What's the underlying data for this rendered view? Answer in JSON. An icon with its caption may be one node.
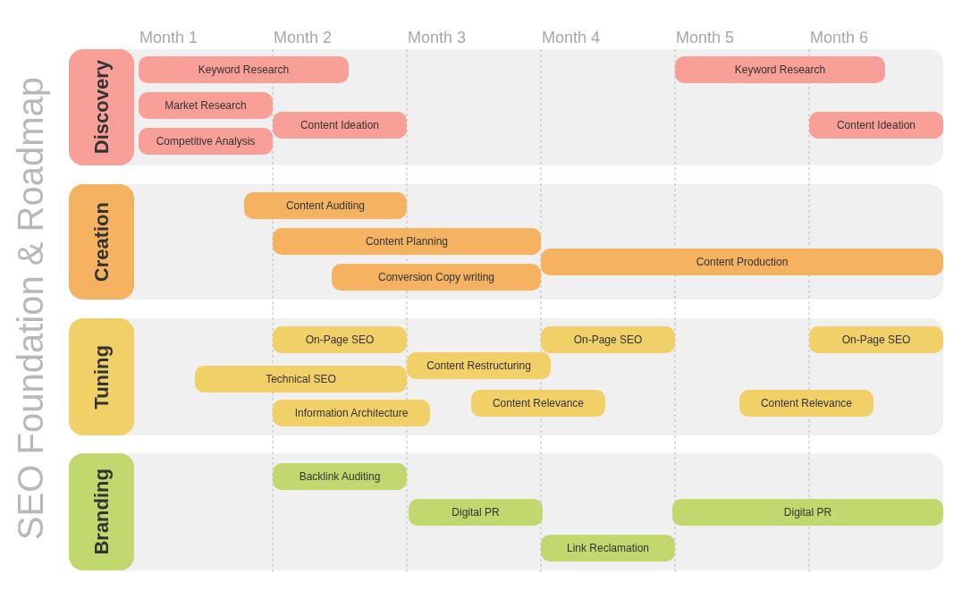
{
  "diagram": {
    "title": "SEO Foundation & Roadmap",
    "nodes": [
      {
        "text": [
          "Discovery"
        ]
      },
      {
        "text": [
          "Keyword Research"
        ],
        "in": 0
      },
      {
        "text": [
          "Market Research"
        ],
        "in": 0
      },
      {
        "text": [
          "Content Ideation"
        ],
        "in": 0
      },
      {
        "text": [
          "Competitive Analysis"
        ],
        "in": 0
      },
      {
        "text": [
          "Keyword Research"
        ],
        "in": 0
      },
      {
        "text": [
          "Content Ideation"
        ],
        "in": 0
      },
      {
        "text": [
          "Creation"
        ]
      },
      {
        "text": [
          "Content Auditing"
        ],
        "in": 7
      },
      {
        "text": [
          "Content Planning"
        ],
        "in": 7
      },
      {
        "text": [
          "Content Production"
        ],
        "in": 7
      },
      {
        "text": [
          "Conversion Copy writing"
        ],
        "in": 7
      },
      {
        "text": [
          "Tuning"
        ]
      },
      {
        "text": [
          "On-Page SEO"
        ],
        "in": 12
      },
      {
        "text": [
          "On-Page SEO"
        ],
        "in": 12
      },
      {
        "text": [
          "On-Page SEO"
        ],
        "in": 12
      },
      {
        "text": [
          "Content Restructuring"
        ],
        "in": 12
      },
      {
        "text": [
          "Technical SEO"
        ],
        "in": 12
      },
      {
        "text": [
          "Content Relevance"
        ],
        "in": 12
      },
      {
        "text": [
          "Content Relevance"
        ],
        "in": 12
      },
      {
        "text": [
          "Information Architecture"
        ],
        "in": 12
      },
      {
        "text": [
          "Branding"
        ]
      },
      {
        "text": [
          "Backlink Auditing"
        ],
        "in": 21
      },
      {
        "text": [
          "Digital PR"
        ],
        "in": 21
      },
      {
        "text": [
          "Digital PR"
        ],
        "in": 21
      },
      {
        "text": [
          "Link Reclamation"
        ],
        "in": 21
      }
    ],
    "labels": [
      "Month 1",
      "Month 2",
      "Month 3",
      "Month 4",
      "Month 5",
      "Month 6"
    ]
  }
}
